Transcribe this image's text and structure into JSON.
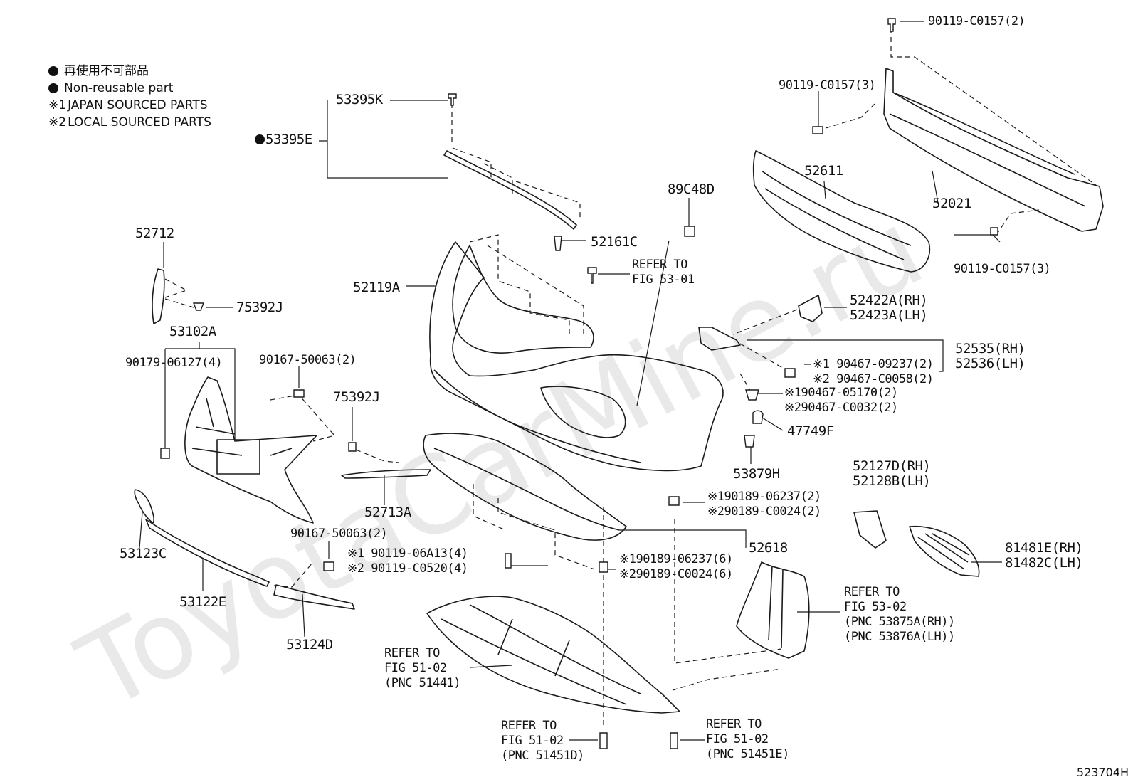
{
  "watermark": "ToyotaCarMine.ru",
  "legend": {
    "non_reusable_jp": "再使用不可部品",
    "non_reusable_en": "Non-reusable part",
    "note1_mark": "※1",
    "note1_text": "JAPAN SOURCED PARTS",
    "note2_mark": "※2",
    "note2_text": "LOCAL SOURCED PARTS"
  },
  "figure_number": "523704H",
  "callouts": {
    "c_53395K": "53395K",
    "c_53395E": "53395E",
    "c_52712": "52712",
    "c_75392J_a": "75392J",
    "c_53102A": "53102A",
    "c_90179": "90179-06127(4)",
    "c_90167_a": "90167-50063(2)",
    "c_75392J_b": "75392J",
    "c_52713A": "52713A",
    "c_53123C": "53123C",
    "c_90167_b": "90167-50063(2)",
    "c_53122E": "53122E",
    "c_53124D": "53124D",
    "c_52161C": "52161C",
    "c_89C48D": "89C48D",
    "c_refer_5301": "REFER TO\nFIG 53-01",
    "c_52119A": "52119A",
    "c_52611": "52611",
    "c_52021": "52021",
    "c_90119_top": "90119-C0157(2)",
    "c_90119_mid": "90119-C0157(3)",
    "c_90119_low": "90119-C0157(3)",
    "c_52422A": "52422A(RH)\n52423A(LH)",
    "c_52535": "52535(RH)\n52536(LH)",
    "c_90467_a": "※1 90467-09237(2)\n※2 90467-C0058(2)",
    "c_90467_b": "※190467-05170(2)\n※290467-C0032(2)",
    "c_47749F": "47749F",
    "c_53879H": "53879H",
    "c_90189_a": "※190189-06237(2)\n※290189-C0024(2)",
    "c_52127D": "52127D(RH)\n52128B(LH)",
    "c_90119_06A13": "※1 90119-06A13(4)\n※2 90119-C0520(4)",
    "c_90189_b": "※190189-06237(6)\n※290189-C0024(6)",
    "c_52618": "52618",
    "c_81481E": "81481E(RH)\n81482C(LH)",
    "c_refer_5302": "REFER TO\nFIG 53-02\n(PNC 53875A(RH))\n(PNC 53876A(LH))",
    "c_refer_5102_a": "REFER TO\nFIG 51-02\n(PNC 51441)",
    "c_refer_5102_b": "REFER TO\nFIG 51-02\n(PNC 51451D)",
    "c_refer_5102_c": "REFER TO\nFIG 51-02\n(PNC 51451E)"
  }
}
